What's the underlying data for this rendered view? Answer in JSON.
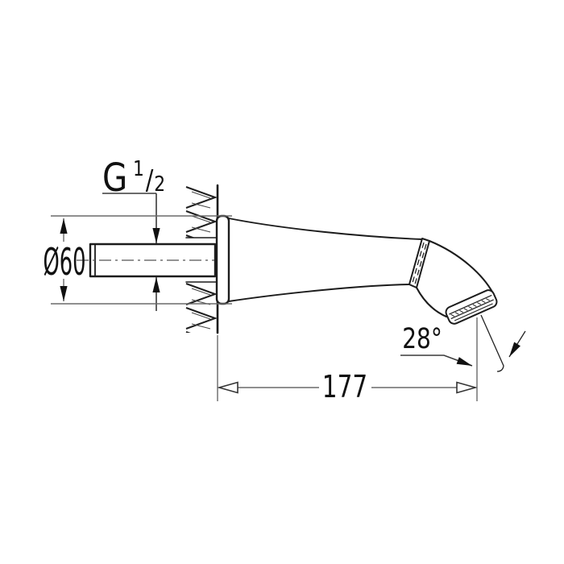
{
  "drawing": {
    "kind": "technical-dimension-drawing",
    "subject": "wall-mounted bath spout, side section view",
    "background": "#ffffff",
    "colors": {
      "outline": "#1c1c1c",
      "dimension_line": "#6a6a6a",
      "text": "#111111"
    },
    "annotations": {
      "thread": {
        "label_full": "G 1/2",
        "letter": "G",
        "numerator": "1",
        "slash": "/",
        "denominator": "2"
      },
      "flange_diameter": "Ø60",
      "projection_length": "177",
      "spout_angle": "28°"
    }
  }
}
